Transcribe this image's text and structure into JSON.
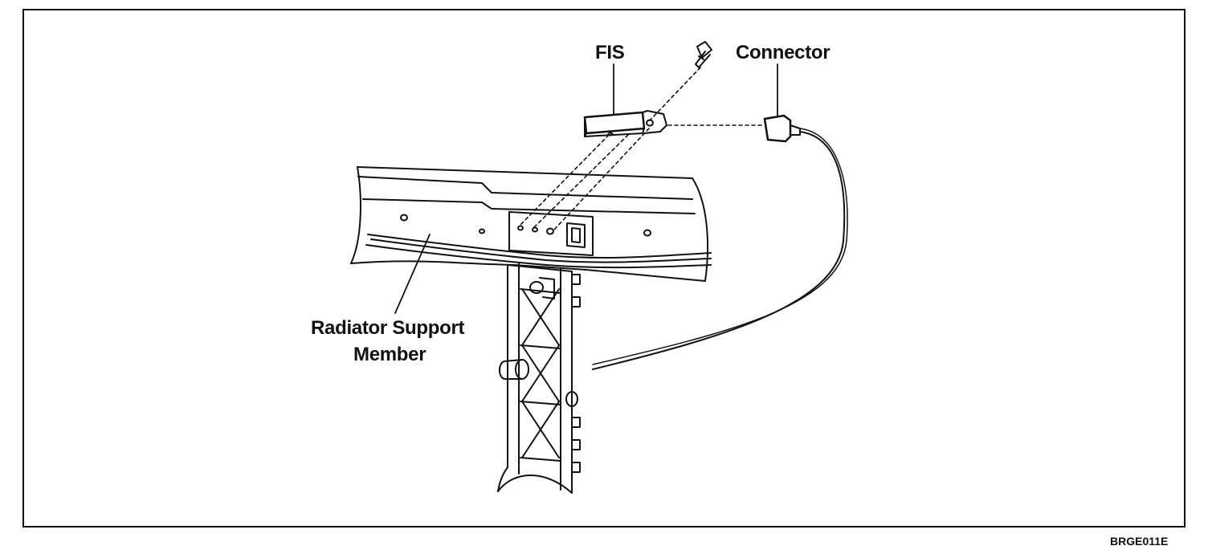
{
  "labels": {
    "fis": "FIS",
    "connector": "Connector",
    "radiator_line1": "Radiator Support",
    "radiator_line2": "Member"
  },
  "figure_code": "BRGE011E"
}
